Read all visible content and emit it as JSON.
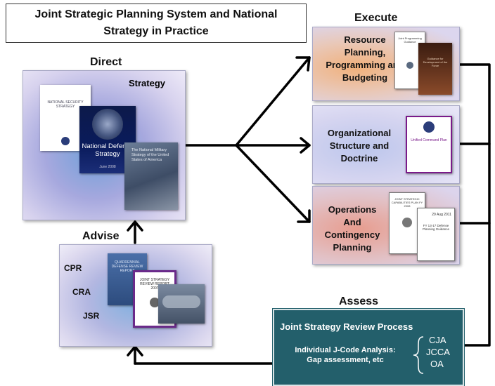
{
  "title": {
    "line1": "Joint Strategic Planning System and National",
    "line2": "Strategy in Practice"
  },
  "direct": {
    "label": "Direct",
    "strategy_label": "Strategy",
    "docs": {
      "nss_title": "NATIONAL SECURITY STRATEGY",
      "nds_title_1": "National Defense",
      "nds_title_2": "Strategy",
      "nds_date": "June 2008",
      "nms_title": "The National Military Strategy of the United States of America"
    }
  },
  "advise": {
    "label": "Advise",
    "items": [
      "CPR",
      "CRA",
      "JSR"
    ],
    "docs": {
      "qdr": "QUADRENNIAL DEFENSE REVIEW REPORT",
      "jsr": "JOINT STRATEGY REVIEW REPORT",
      "jsr_year": "2007"
    }
  },
  "execute": {
    "label": "Execute",
    "panels": [
      {
        "label_lines": [
          "Resource",
          "Planning,",
          "Programming and",
          "Budgeting"
        ],
        "doc_a": "Joint Programming Guidance",
        "doc_b": "Guidance for Development of the Force"
      },
      {
        "label_lines": [
          "Organizational",
          "Structure and",
          "Doctrine"
        ],
        "doc_a": "Unified Command Plan"
      },
      {
        "label_lines": [
          "Operations",
          "And",
          "Contingency",
          "Planning"
        ],
        "doc_a": "JOINT STRATEGIC CAPABILITIES PLAN FY 2008",
        "doc_b_date": "29 Aug 2011",
        "doc_b": "FY 13-17 Defense Planning Guidance"
      }
    ]
  },
  "assess": {
    "label": "Assess",
    "process_title": "Joint Strategy Review Process",
    "analysis_line1": "Individual J-Code Analysis:",
    "analysis_line2": "Gap assessment, etc",
    "items": [
      "CJA",
      "JCCA",
      "OA"
    ]
  },
  "colors": {
    "assess_bg": "#235f6b",
    "arrow": "#000000"
  }
}
